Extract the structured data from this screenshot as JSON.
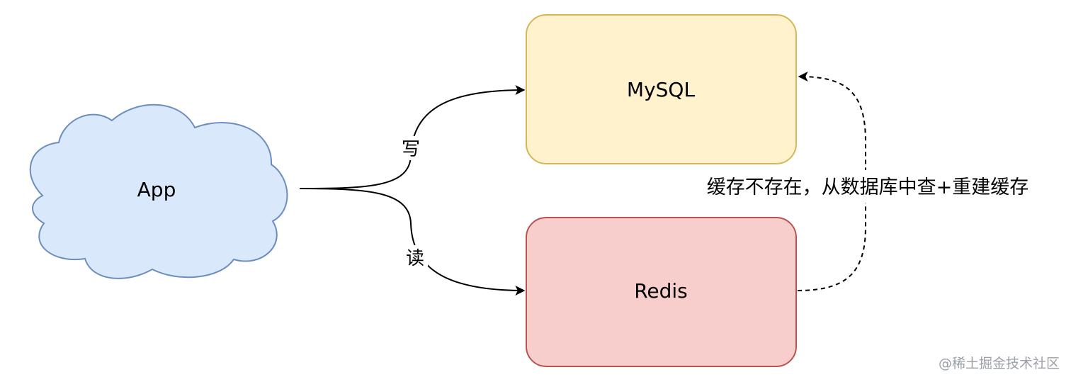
{
  "nodes": {
    "app": {
      "label": "App",
      "fill": "#dae8fc",
      "stroke": "#6c8ebf"
    },
    "mysql": {
      "label": "MySQL",
      "fill": "#fff2cc",
      "stroke": "#d6b656"
    },
    "redis": {
      "label": "Redis",
      "fill": "#f8cecc",
      "stroke": "#b85450"
    }
  },
  "edges": {
    "write": {
      "label": "写"
    },
    "read": {
      "label": "读"
    },
    "rebuild": {
      "label": "缓存不存在，从数据库中查+重建缓存"
    }
  },
  "watermark": "@稀土掘金技术社区"
}
